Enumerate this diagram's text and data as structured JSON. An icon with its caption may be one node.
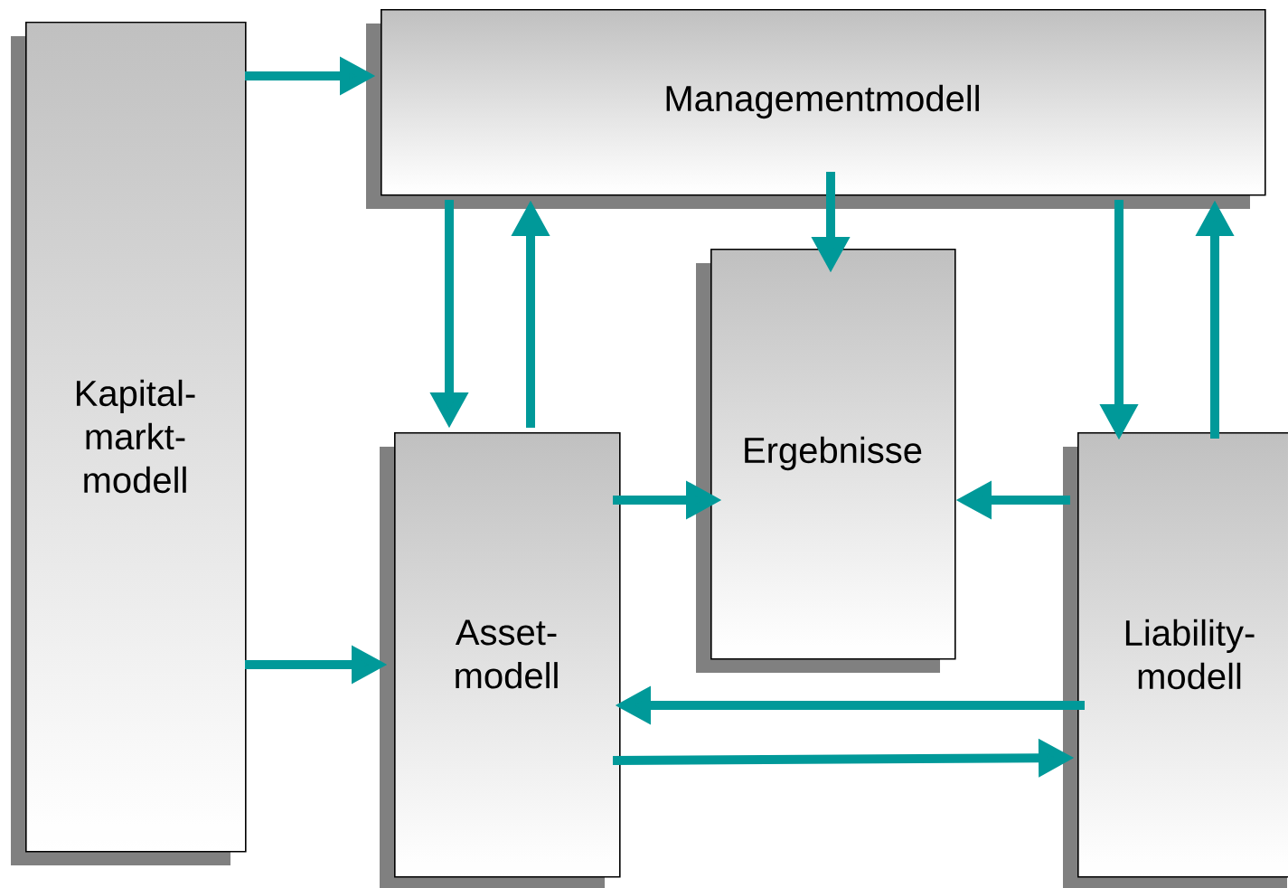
{
  "diagram": {
    "nodes": [
      {
        "text": [
          "Kapital- markt- modell"
        ]
      },
      {
        "text": [
          "Managementmodell"
        ]
      },
      {
        "text": [
          "Ergebnisse"
        ]
      },
      {
        "text": [
          "Asset- modell"
        ]
      },
      {
        "text": [
          "Liability- modell"
        ]
      }
    ],
    "edges": [
      {
        "from": 0,
        "to": 1,
        "arrow": "to"
      },
      {
        "from": 1,
        "to": 3,
        "arrow": "to"
      },
      {
        "from": 3,
        "to": 1,
        "arrow": "to"
      },
      {
        "from": 1,
        "to": 2,
        "arrow": "to"
      },
      {
        "from": 0,
        "to": 3,
        "arrow": "to"
      },
      {
        "from": 3,
        "to": 2,
        "arrow": "to"
      },
      {
        "from": 4,
        "to": 2,
        "arrow": "to"
      },
      {
        "from": 4,
        "to": 3,
        "arrow": "to"
      },
      {
        "from": 3,
        "to": 4,
        "arrow": "to"
      },
      {
        "from": 1,
        "to": 4,
        "arrow": "to"
      },
      {
        "from": 4,
        "to": 1,
        "arrow": "to"
      }
    ]
  }
}
